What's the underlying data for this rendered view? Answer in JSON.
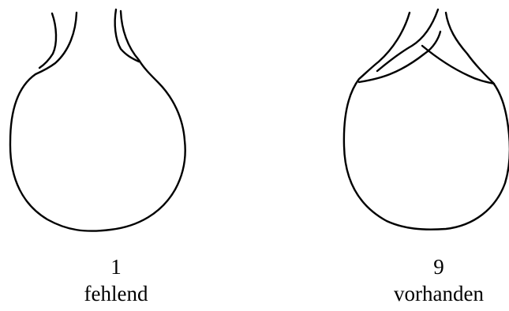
{
  "figures": [
    {
      "code": "1",
      "label": "fehlend"
    },
    {
      "code": "9",
      "label": "vorhanden"
    }
  ],
  "colors": {
    "stroke": "#000000",
    "background": "#ffffff"
  }
}
